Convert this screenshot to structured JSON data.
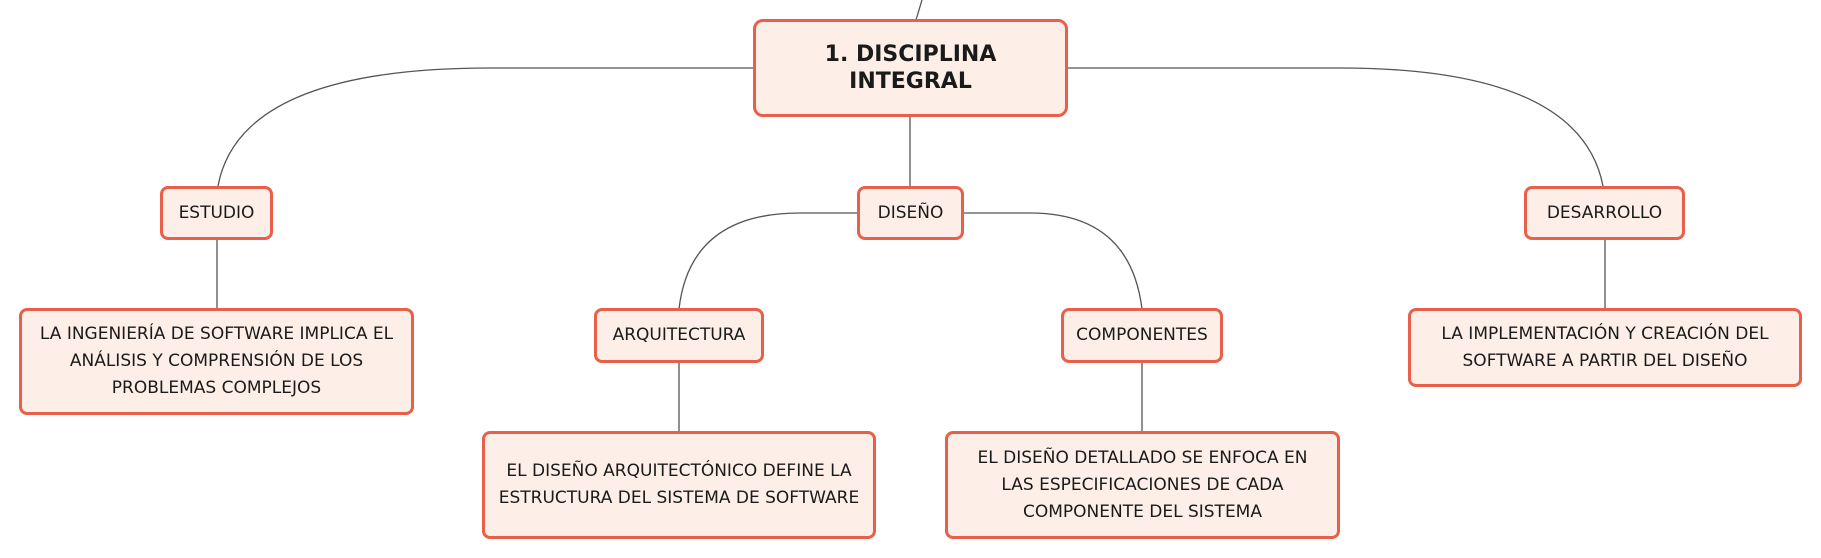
{
  "colors": {
    "node_border": "#e8604a",
    "node_fill": "#fdeee8",
    "connector": "#555555",
    "text": "#1a1a1a"
  },
  "nodes": {
    "root": {
      "label": "1. DISCIPLINA INTEGRAL"
    },
    "estudio": {
      "label": "ESTUDIO"
    },
    "diseno": {
      "label": "DISEÑO"
    },
    "desarrollo": {
      "label": "DESARROLLO"
    },
    "estudio_desc": {
      "label": "LA INGENIERÍA DE SOFTWARE IMPLICA EL ANÁLISIS Y COMPRENSIÓN DE LOS PROBLEMAS COMPLEJOS"
    },
    "arquitectura": {
      "label": "ARQUITECTURA"
    },
    "componentes": {
      "label": "COMPONENTES"
    },
    "desarrollo_desc": {
      "label": "LA IMPLEMENTACIÓN Y CREACIÓN DEL SOFTWARE A PARTIR DEL DISEÑO"
    },
    "arquitectura_desc": {
      "label": "EL DISEÑO ARQUITECTÓNICO DEFINE LA ESTRUCTURA DEL SISTEMA DE SOFTWARE"
    },
    "componentes_desc": {
      "label": "EL DISEÑO DETALLADO SE ENFOCA EN LAS ESPECIFICACIONES DE CADA COMPONENTE DEL SISTEMA"
    }
  }
}
